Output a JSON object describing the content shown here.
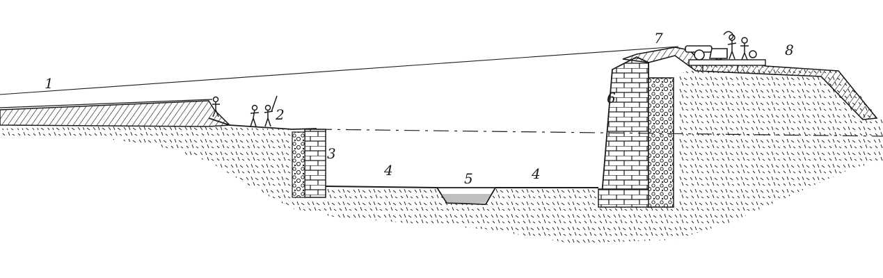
{
  "labels": {
    "l1": "1",
    "l2": "2",
    "l3": "3",
    "l4a": "4",
    "l4b": "4",
    "l5": "5",
    "l6": "6",
    "l7": "7",
    "l8": "8"
  },
  "colors": {
    "ink": "#1a1a1a",
    "paper": "#ffffff",
    "earth_fill": "#e6e6e6",
    "water": "#8a8a8a"
  }
}
